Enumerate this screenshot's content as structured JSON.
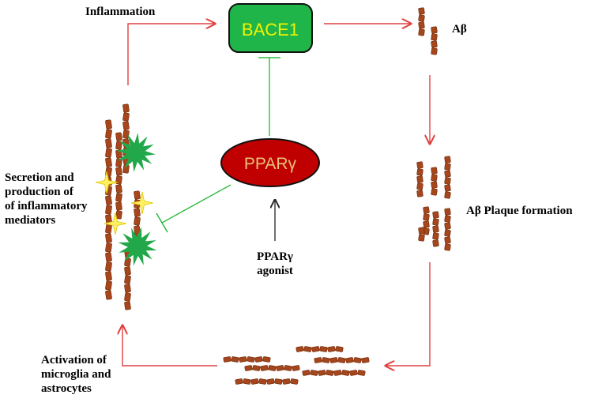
{
  "nodes": {
    "bace1": "BACE1",
    "ppar": "PPARγ"
  },
  "labels": {
    "inflammation": "Inflammation",
    "abeta": "Aβ",
    "plaque": "Aβ Plaque formation",
    "secretion": [
      "Secretion and",
      "production of",
      "of inflammatory",
      "mediators"
    ],
    "agonist": [
      "PPARγ",
      "agonist"
    ],
    "activation": [
      "Activation of",
      "microglia and",
      "astrocytes"
    ]
  },
  "colors": {
    "arrow": "#e04040",
    "inhibit": "#33bb44",
    "bace1_fill": "#1fb548",
    "bace1_text": "#f2f200",
    "ppar_fill": "#c00000",
    "ppar_text": "#e8c27a",
    "fibril": "#a6461c",
    "star": "#22a84a",
    "spark": "#fff066"
  }
}
